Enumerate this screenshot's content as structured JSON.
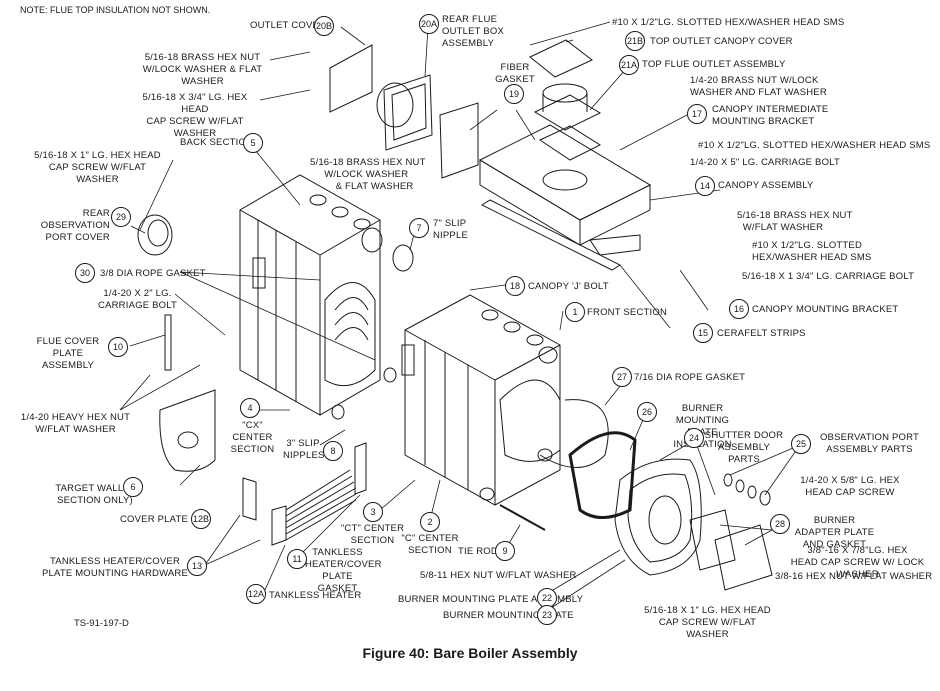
{
  "note": "NOTE: FLUE TOP INSULATION NOT SHOWN.",
  "figure_caption": "Figure 40:  Bare Boiler Assembly",
  "drawing_number": "TS-91-197-D",
  "callouts": [
    {
      "id": "20B",
      "text": "OUTLET COVER"
    },
    {
      "id": "20A",
      "text": "REAR FLUE OUTLET BOX ASSEMBLY"
    },
    {
      "id": "21B",
      "text": "TOP OUTLET CANOPY COVER"
    },
    {
      "id": "21A",
      "text": "TOP FLUE OUTLET ASSEMBLY"
    },
    {
      "id": "19",
      "text": "FIBER GASKET"
    },
    {
      "id": "17",
      "text": "CANOPY INTERMEDIATE MOUNTING BRACKET"
    },
    {
      "id": "14",
      "text": "CANOPY ASSEMBLY"
    },
    {
      "id": "5",
      "text": "BACK SECTION"
    },
    {
      "id": "29",
      "text": "REAR OBSERVATION PORT COVER"
    },
    {
      "id": "30",
      "text": "3/8 DIA ROPE GASKET"
    },
    {
      "id": "7",
      "text": "7\" SLIP NIPPLE"
    },
    {
      "id": "18",
      "text": "CANOPY 'J' BOLT"
    },
    {
      "id": "1",
      "text": "FRONT SECTION"
    },
    {
      "id": "16",
      "text": "CANOPY MOUNTING BRACKET"
    },
    {
      "id": "15",
      "text": "CERAFELT STRIPS"
    },
    {
      "id": "10",
      "text": "FLUE COVER PLATE ASSEMBLY"
    },
    {
      "id": "4",
      "text": "\"CX\" CENTER SECTION"
    },
    {
      "id": "27",
      "text": "7/16 DIA ROPE GASKET"
    },
    {
      "id": "26",
      "text": "BURNER MOUNTING PLATE INSULATION"
    },
    {
      "id": "24",
      "text": "SHUTTER DOOR ASSEMBLY PARTS"
    },
    {
      "id": "25",
      "text": "OBSERVATION PORT ASSEMBLY PARTS"
    },
    {
      "id": "8",
      "text": "3\" SLIP NIPPLES"
    },
    {
      "id": "6",
      "text": "TARGET WALL (3 SECTION ONLY)"
    },
    {
      "id": "12B",
      "text": "COVER PLATE"
    },
    {
      "id": "3",
      "text": "\"CT\" CENTER SECTION"
    },
    {
      "id": "2",
      "text": "\"C\" CENTER SECTION"
    },
    {
      "id": "28",
      "text": "BURNER ADAPTER PLATE AND GASKET"
    },
    {
      "id": "13",
      "text": "TANKLESS HEATER/COVER PLATE MOUNTING HARDWARE"
    },
    {
      "id": "11",
      "text": "TANKLESS HEATER/COVER PLATE GASKET"
    },
    {
      "id": "9",
      "text": "TIE ROD"
    },
    {
      "id": "12A",
      "text": "TANKLESS HEATER"
    },
    {
      "id": "22",
      "text": "BURNER MOUNTING PLATE ASSEMBLY"
    },
    {
      "id": "23",
      "text": "BURNER MOUNTING PLATE"
    }
  ],
  "hardware_labels": {
    "h1a": "5/16-18 BRASS HEX NUT",
    "h1b": "W/LOCK WASHER & FLAT WASHER",
    "h2a": "5/16-18 X 3/4\" LG. HEX HEAD",
    "h2b": "CAP SCREW W/FLAT WASHER",
    "h3a": "5/16-18 X 1\" LG. HEX HEAD",
    "h3b": "CAP SCREW W/FLAT WASHER",
    "h4a": "5/16-18 BRASS HEX NUT",
    "h4b": "W/LOCK WASHER",
    "h4c": "& FLAT WASHER",
    "h5": "#10 X 1/2\"LG. SLOTTED HEX/WASHER HEAD SMS",
    "h6a": "1/4-20 BRASS NUT W/LOCK",
    "h6b": "WASHER AND FLAT WASHER",
    "h7": "#10 X 1/2\"LG. SLOTTED HEX/WASHER HEAD SMS",
    "h8": "1/4-20 X 5\" LG. CARRIAGE BOLT",
    "h9a": "5/16-18 BRASS HEX NUT",
    "h9b": "W/FLAT WASHER",
    "h10a": "#10 X 1/2\"LG. SLOTTED",
    "h10b": "HEX/WASHER HEAD SMS",
    "h11": "5/16-18 X 1 3/4\" LG. CARRIAGE BOLT",
    "h12a": "1/4-20 X 2\" LG.",
    "h12b": "CARRIAGE BOLT",
    "h13a": "1/4-20 HEAVY HEX NUT",
    "h13b": "W/FLAT WASHER",
    "h14a": "1/4-20 X 5/8\" LG. HEX",
    "h14b": "HEAD CAP SCREW",
    "h15a": "3/8\"-16 X 7/8\"LG. HEX",
    "h15b": "HEAD CAP SCREW W/ LOCK WASHER",
    "h16": "3/8-16 HEX NUT W/FLAT WASHER",
    "h17": "5/8-11 HEX NUT W/FLAT WASHER",
    "h18a": "5/16-18 X 1\" LG. HEX HEAD",
    "h18b": "CAP SCREW W/FLAT WASHER"
  }
}
